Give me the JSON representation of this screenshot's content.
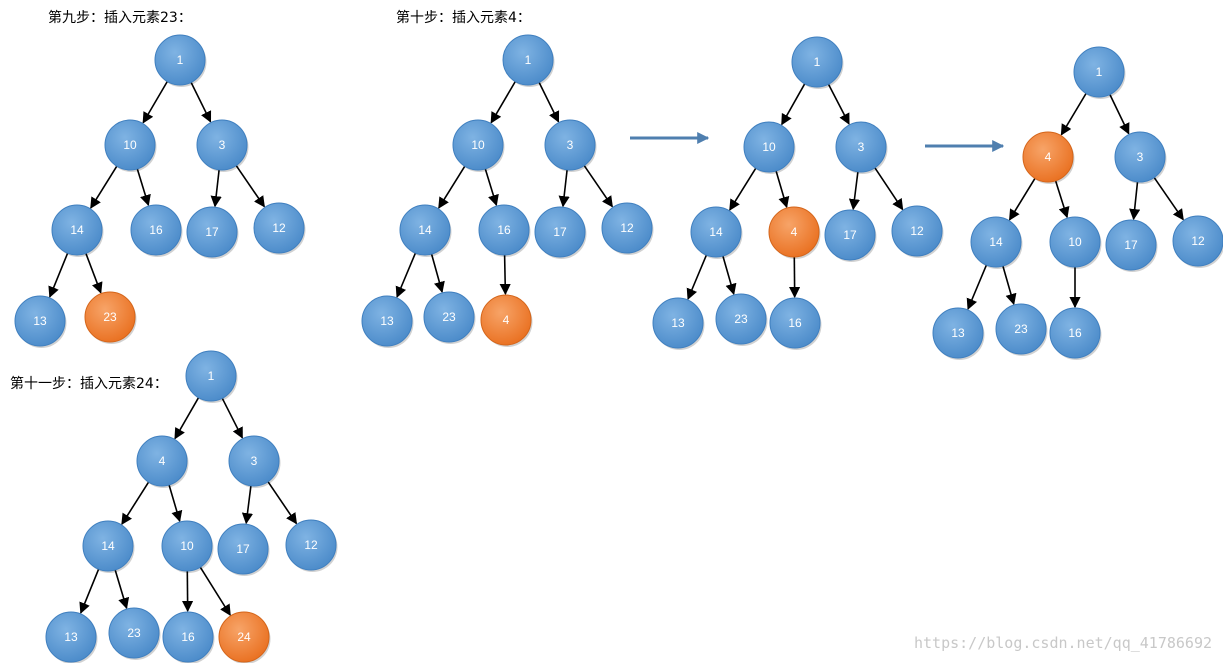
{
  "colors": {
    "blue": "#5b9bd5",
    "blue_dark": "#3f7fbf",
    "orange": "#ed7d31",
    "orange_dark": "#d4651a",
    "arrow": "#000000",
    "transition_arrow": "#4f7faf"
  },
  "watermark": "https://blog.csdn.net/qq_41786692",
  "diagrams": [
    {
      "title": "第九步：插入元素23：",
      "nodes": [
        {
          "label": "1",
          "color": "blue"
        },
        {
          "label": "10",
          "color": "blue"
        },
        {
          "label": "3",
          "color": "blue"
        },
        {
          "label": "14",
          "color": "blue"
        },
        {
          "label": "16",
          "color": "blue"
        },
        {
          "label": "17",
          "color": "blue"
        },
        {
          "label": "12",
          "color": "blue"
        },
        {
          "label": "13",
          "color": "blue"
        },
        {
          "label": "23",
          "color": "orange"
        }
      ],
      "edges": [
        [
          0,
          1
        ],
        [
          0,
          2
        ],
        [
          1,
          3
        ],
        [
          1,
          4
        ],
        [
          2,
          5
        ],
        [
          2,
          6
        ],
        [
          3,
          7
        ],
        [
          3,
          8
        ]
      ]
    },
    {
      "title": "第十步：插入元素4：",
      "nodes": [
        {
          "label": "1",
          "color": "blue"
        },
        {
          "label": "10",
          "color": "blue"
        },
        {
          "label": "3",
          "color": "blue"
        },
        {
          "label": "14",
          "color": "blue"
        },
        {
          "label": "16",
          "color": "blue"
        },
        {
          "label": "17",
          "color": "blue"
        },
        {
          "label": "12",
          "color": "blue"
        },
        {
          "label": "13",
          "color": "blue"
        },
        {
          "label": "23",
          "color": "blue"
        },
        {
          "label": "4",
          "color": "orange"
        }
      ],
      "edges": [
        [
          0,
          1
        ],
        [
          0,
          2
        ],
        [
          1,
          3
        ],
        [
          1,
          4
        ],
        [
          2,
          5
        ],
        [
          2,
          6
        ],
        [
          3,
          7
        ],
        [
          3,
          8
        ],
        [
          4,
          9
        ]
      ]
    },
    {
      "title": "",
      "nodes": [
        {
          "label": "1",
          "color": "blue"
        },
        {
          "label": "10",
          "color": "blue"
        },
        {
          "label": "3",
          "color": "blue"
        },
        {
          "label": "14",
          "color": "blue"
        },
        {
          "label": "4",
          "color": "orange"
        },
        {
          "label": "17",
          "color": "blue"
        },
        {
          "label": "12",
          "color": "blue"
        },
        {
          "label": "13",
          "color": "blue"
        },
        {
          "label": "23",
          "color": "blue"
        },
        {
          "label": "16",
          "color": "blue"
        }
      ],
      "edges": [
        [
          0,
          1
        ],
        [
          0,
          2
        ],
        [
          1,
          3
        ],
        [
          1,
          4
        ],
        [
          2,
          5
        ],
        [
          2,
          6
        ],
        [
          3,
          7
        ],
        [
          3,
          8
        ],
        [
          4,
          9
        ]
      ]
    },
    {
      "title": "",
      "nodes": [
        {
          "label": "1",
          "color": "blue"
        },
        {
          "label": "4",
          "color": "orange"
        },
        {
          "label": "3",
          "color": "blue"
        },
        {
          "label": "14",
          "color": "blue"
        },
        {
          "label": "10",
          "color": "blue"
        },
        {
          "label": "17",
          "color": "blue"
        },
        {
          "label": "12",
          "color": "blue"
        },
        {
          "label": "13",
          "color": "blue"
        },
        {
          "label": "23",
          "color": "blue"
        },
        {
          "label": "16",
          "color": "blue"
        }
      ],
      "edges": [
        [
          0,
          1
        ],
        [
          0,
          2
        ],
        [
          1,
          3
        ],
        [
          1,
          4
        ],
        [
          2,
          5
        ],
        [
          2,
          6
        ],
        [
          3,
          7
        ],
        [
          3,
          8
        ],
        [
          4,
          9
        ]
      ]
    },
    {
      "title": "第十一步：插入元素24：",
      "nodes": [
        {
          "label": "1",
          "color": "blue"
        },
        {
          "label": "4",
          "color": "blue"
        },
        {
          "label": "3",
          "color": "blue"
        },
        {
          "label": "14",
          "color": "blue"
        },
        {
          "label": "10",
          "color": "blue"
        },
        {
          "label": "17",
          "color": "blue"
        },
        {
          "label": "12",
          "color": "blue"
        },
        {
          "label": "13",
          "color": "blue"
        },
        {
          "label": "23",
          "color": "blue"
        },
        {
          "label": "16",
          "color": "blue"
        },
        {
          "label": "24",
          "color": "orange"
        }
      ],
      "edges": [
        [
          0,
          1
        ],
        [
          0,
          2
        ],
        [
          1,
          3
        ],
        [
          1,
          4
        ],
        [
          2,
          5
        ],
        [
          2,
          6
        ],
        [
          3,
          7
        ],
        [
          3,
          8
        ],
        [
          4,
          9
        ],
        [
          4,
          10
        ]
      ]
    }
  ],
  "transitions": [
    {
      "from": 1,
      "to": 2
    },
    {
      "from": 2,
      "to": 3
    }
  ]
}
